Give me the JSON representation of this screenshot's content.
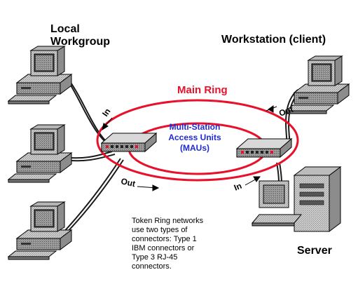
{
  "labels": {
    "local_workgroup": [
      "Local",
      "Workgroup"
    ],
    "workstation": "Workstation (client)",
    "main_ring": "Main Ring",
    "mau": [
      "Multi-Station",
      "Access Units",
      "(MAUs)"
    ],
    "in_left": "In",
    "out_right": "Out",
    "out_bottom": "Out",
    "in_bottom": "In",
    "server": "Server",
    "note": [
      "Token Ring networks",
      "use two types of",
      "connectors: Type 1",
      "IBM connectors or",
      "Type 3 RJ-45",
      "connectors."
    ]
  },
  "colors": {
    "ring": "#e8102a",
    "mau_text": "#1f2bd0",
    "ring_label": "#e8102a",
    "device_body": "#c9c9c9",
    "device_shadow": "#7a7a7a",
    "cable": "#1a1a1a"
  },
  "icons": {
    "pc_left": "desktop-computer-icon",
    "workstation": "desktop-computer-icon",
    "server": "server-tower-icon",
    "hub": "network-hub-icon"
  }
}
